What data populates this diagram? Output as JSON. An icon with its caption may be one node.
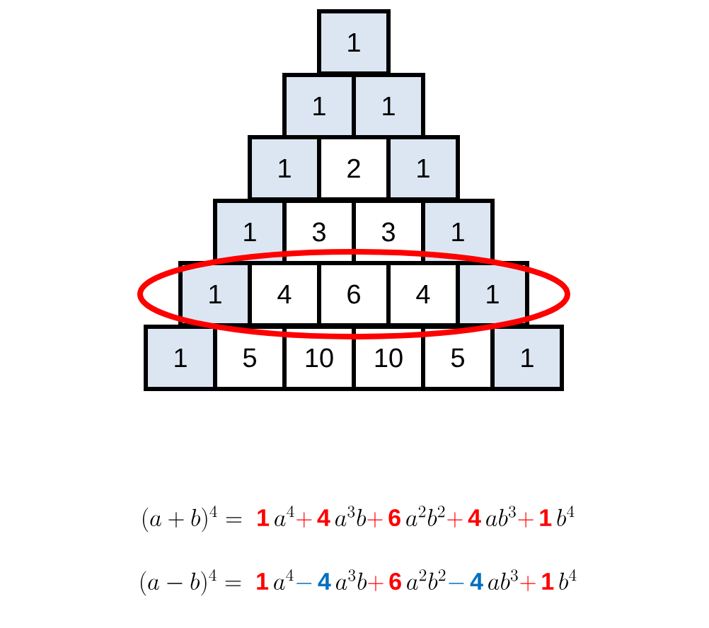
{
  "diagram": {
    "nodes": [
      {
        "text": [
          "1"
        ]
      },
      {
        "text": [
          "1"
        ]
      },
      {
        "text": [
          "1"
        ]
      },
      {
        "text": [
          "1"
        ]
      },
      {
        "text": [
          "2"
        ]
      },
      {
        "text": [
          "1"
        ]
      },
      {
        "text": [
          "1"
        ]
      },
      {
        "text": [
          "3"
        ]
      },
      {
        "text": [
          "3"
        ]
      },
      {
        "text": [
          "1"
        ]
      },
      {
        "text": [
          "1"
        ]
      },
      {
        "text": [
          "4"
        ]
      },
      {
        "text": [
          "6"
        ]
      },
      {
        "text": [
          "4"
        ]
      },
      {
        "text": [
          "1"
        ]
      },
      {
        "text": [
          "1"
        ]
      },
      {
        "text": [
          "5"
        ]
      },
      {
        "text": [
          "10"
        ]
      },
      {
        "text": [
          "10"
        ]
      },
      {
        "text": [
          "5"
        ]
      },
      {
        "text": [
          "1"
        ]
      }
    ],
    "labels": [
      "(a+b)^4 = \\;{\\color[HTML]{FF0000}\\mathbf{1}}\\,a^4 {\\color[HTML]{FF0000}\\mathbf{+}\\,\\mathbf{4}}\\,a^3b {\\color[HTML]{FF0000}\\mathbf{+}\\,\\mathbf{6}}\\,a^2b^2 {\\color[HTML]{FF0000}\\mathbf{+}\\,\\mathbf{4}}\\,ab^3 {\\color[HTML]{FF0000}\\mathbf{+}\\,\\mathbf{1}}\\,b^4",
      "(a-b)^4 = \\;{\\color[HTML]{FF0000}\\mathbf{1}}\\,a^4 {\\color[HTML]{0070C0}\\mathbf{-}\\,\\mathbf{4}}\\,a^3b {\\color[HTML]{FF0000}\\mathbf{+}\\,\\mathbf{6}}\\,a^2b^2 {\\color[HTML]{0070C0}\\mathbf{-}\\,\\mathbf{4}}\\,ab^3 {\\color[HTML]{FF0000}\\mathbf{+}\\,\\mathbf{1}}\\,b^4"
    ]
  }
}
